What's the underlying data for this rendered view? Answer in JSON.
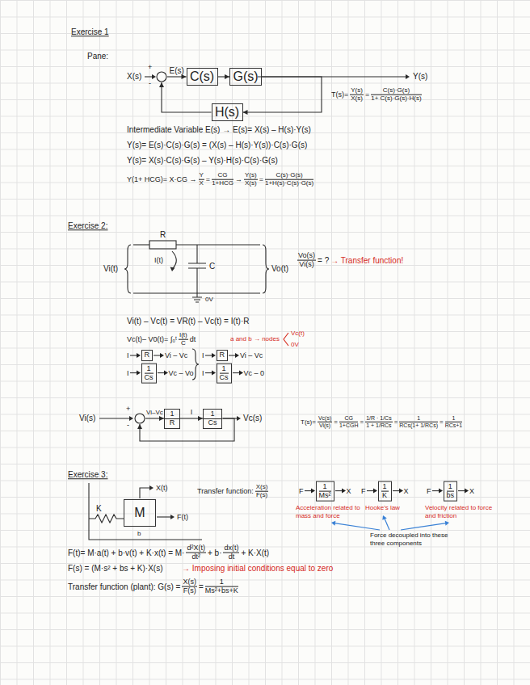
{
  "diagram": {
    "nodes": [
      {
        "text": [
          "+",
          "-"
        ]
      },
      {
        "text": [
          "C(s)"
        ]
      },
      {
        "text": [
          "G(s)"
        ]
      },
      {
        "text": [
          "H(s)"
        ]
      },
      {
        "text": [
          "R"
        ]
      },
      {
        "text": [
          "R"
        ]
      },
      {
        "text": [
          "1",
          "Cs"
        ]
      },
      {
        "text": [
          "1",
          "Cs"
        ]
      },
      {
        "text": [
          "+",
          "-"
        ]
      },
      {
        "text": [
          "1",
          "R"
        ]
      },
      {
        "text": [
          "1",
          "Cs"
        ]
      },
      {
        "text": [
          "M"
        ]
      },
      {
        "text": [
          "1",
          "Ms²"
        ]
      },
      {
        "text": [
          "1",
          "K"
        ]
      },
      {
        "text": [
          "1",
          "bs"
        ]
      }
    ],
    "edges": [
      {
        "from": 0,
        "to": 1,
        "arrow": "to",
        "label": "E(s)"
      },
      {
        "from": 1,
        "to": 2,
        "arrow": "to"
      },
      {
        "from": 2,
        "to": 3,
        "arrow": "to"
      },
      {
        "from": 3,
        "to": 0,
        "arrow": "to"
      },
      {
        "from": 8,
        "to": 9,
        "arrow": "to",
        "label": "Vi–Vc"
      },
      {
        "from": 9,
        "to": 10,
        "arrow": "to",
        "label": "I"
      },
      {
        "from": 10,
        "to": 8,
        "arrow": "to"
      }
    ],
    "labels": [
      "Exercise 1",
      "Pane:",
      "X(s)",
      "Y(s)",
      "T(s)=",
      "Y(s)",
      "X(s)",
      "=",
      "C(s)·G(s)",
      "1+ C(s)·G(s)·H(s)",
      "Intermediate Variable E(s) → E(s)= X(s) – H(s)·Y(s)",
      "Y(s)= E(s)·C(s)·G(s) = (X(s) – H(s)·Y(s))·C(s)·G(s)",
      "Y(s)= X(s)·C(s)·G(s) – Y(s)·H(s)·C(s)·G(s)",
      "Y(1+ HCG)= X·CG →",
      "Y",
      "X",
      "=",
      "CG",
      "1+HCG",
      "→",
      "Y(s)",
      "X(s)",
      "=",
      "C(s)·G(s)",
      "1+H(s)·C(s)·G(s)",
      "Exercise 2:",
      "R",
      "C",
      "Vi(t)",
      "Vo(t)",
      "I(t)",
      "0V",
      "Vo(s)",
      "Vi(s)",
      "= ?",
      "→ Transfer function!",
      "Vi(t) – Vc(t) = VR(t) – Vc(t) = I(t)·R",
      "Vc(t)– V0(t)= ∫₀ᵗ",
      "I(t)",
      "C",
      "dt",
      "a and b → nodes",
      "Vc(t)",
      "0V",
      "I",
      "Vi – Vc",
      "I",
      "Vi – Vc",
      "I",
      "Vc – Vo",
      "I",
      "Vc – 0",
      "Vi(s)",
      "Vc(s)",
      "T(s)=",
      "Vc(s)",
      "Vi(s)",
      "=",
      "CG",
      "1+CGH",
      "=",
      "1/R · 1/Cs",
      "1 + 1/RCs",
      "=",
      "1",
      "RCs(1+ 1/RCs)",
      "=",
      "1",
      "RCs+1",
      "Exercise 3:",
      "K",
      "X(t)",
      "F(t)",
      "b",
      "Transfer function:",
      "X(s)",
      "F(s)",
      "F",
      "X",
      "F",
      "X",
      "F",
      "X",
      "Acceleration related to mass and force",
      "Hooke's law",
      "Velocity related to force and friction",
      "Force decoupled into these three components",
      "F(t)= M·a(t) + b·v(t) + K·x(t) = M·",
      "d²X(t)",
      "dt²",
      "+ b·",
      "dx(t)",
      "dt",
      "+ K·X(t)",
      "F(s) = (M·s² + bs + K)·X(s)",
      "→ Imposing initial conditions equal to zero",
      "Transfer function (plant): G(s) =",
      "X(s)",
      "F(s)",
      "=",
      "1",
      "Ms²+bs+K"
    ]
  }
}
